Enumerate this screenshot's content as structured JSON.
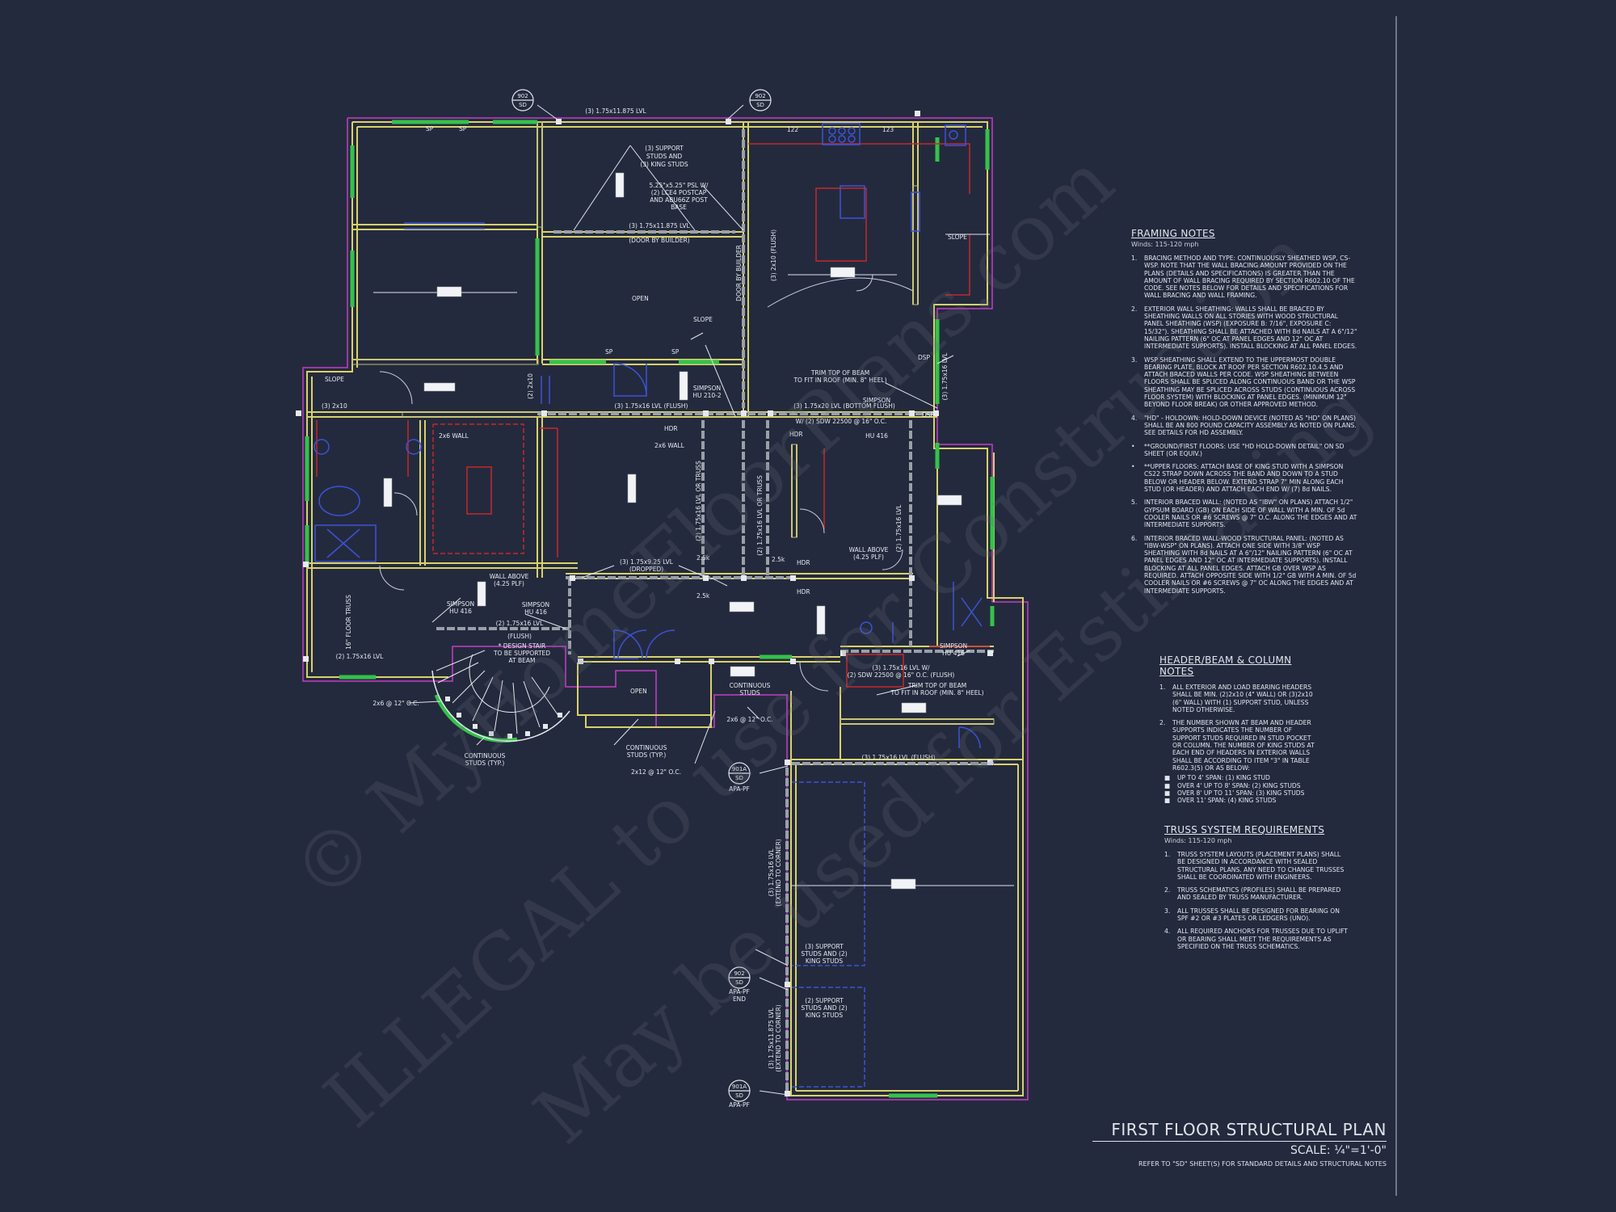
{
  "watermark": {
    "line1": "© MyHomeFloorPlans.com",
    "line2": "ILLEGAL to use for Construction",
    "line3": "May be used for Estimating"
  },
  "plan_labels": {
    "lvl_top": "(3) 1.75x11.875 LVL",
    "lvl_mid": "(3) 1.75x11.875 LVL",
    "door_by_builder": "(DOOR BY BUILDER)",
    "sp1": "SP",
    "sp2": "SP",
    "sp3": "SP",
    "sp4": "SP",
    "support_studs": "(3) SUPPORT",
    "support_studs2": "STUDS AND",
    "support_studs3": "(3) KING STUDS",
    "psl1": "5.25\"x5.25\" PSL W/",
    "psl2": "(2) LCE4 POSTCAP",
    "psl3": "AND ABU66Z POST",
    "psl4": "BASE",
    "open1": "OPEN",
    "open2": "OPEN",
    "slope1": "SLOPE",
    "slope2": "SLOPE",
    "slope3": "SLOPE",
    "flush_2x10": "(3) 2x10 (FLUSH)",
    "door_builder_v": "DOOR BY BUILDER",
    "two_x10_a": "(3) 2x10",
    "two_x10_b": "(2) 2x10",
    "lvl_flush": "(3) 1.75x16 LVL (FLUSH)",
    "lvl_bottom_flush": "(3) 1.75x20 LVL (BOTTOM FLUSH)",
    "sdw": "W/ (2) SDW 22500 @ 16\" O.C.",
    "trim1": "TRIM TOP OF BEAM",
    "trim2": "TO FIT IN ROOF (MIN. 8\" HEEL)",
    "simpson_a": "SIMPSON",
    "simpson_a2": "HU 210-2",
    "simpson_b": "SIMPSON",
    "simpson_b2": "HU 416",
    "hdr1": "HDR",
    "hdr2": "HDR",
    "hdr3": "HDR",
    "hdr4": "HDR",
    "dsp1": "DSP",
    "dsp2": "DSP",
    "lvl_right_v": "(3) 1.75x16 LVL",
    "wall_2x6_a": "2x6 WALL",
    "wall_2x6_b": "2x6 WALL",
    "lvl_v1": "(2) 1.75x16 LVL OR TRUSS",
    "lvl_v2": "(2) 1.75x16 LVL OR TRUSS",
    "lvl_v3": "(2) 1.75x16 LVL",
    "lvl_925": "(3) 1.75x9.25 LVL",
    "dropped": "(DROPPED)",
    "wall_above1": "WALL ABOVE",
    "wall_above1b": "(4.25 PLF)",
    "wall_above2": "WALL ABOVE",
    "wall_above2b": "(4.25 PLF)",
    "simpson_c": "SIMPSON",
    "simpson_c2": "HU 416",
    "simpson_d": "SIMPSON",
    "simpson_d2": "HU 416",
    "simpson_e": "SIMPSON",
    "simpson_e2": "HU 416",
    "lvl_1575": "(2) 1.75x16 LVL",
    "flush": "(FLUSH)",
    "design_stair1": "* DESIGN STAIR",
    "design_stair2": "TO BE SUPPORTED",
    "design_stair3": "AT BEAM",
    "lvl_bottom_left": "(2) 1.75x16 LVL",
    "floor_left": "16\" FLOOR TRUSS",
    "two_x6_oc": "2x6 @ 12\" O.C.",
    "two_x6_oc2": "2x6 @ 12\" O.C.",
    "two_x12_oc": "2x12 @ 12\" O.C.",
    "continuous1": "CONTINUOUS",
    "continuous1b": "STUDS (TYP.)",
    "continuous2": "CONTINUOUS",
    "continuous2b": "STUDS (TYP.)",
    "continuous3": "CONTINUOUS",
    "continuous3b": "STUDS",
    "lvl_right_lower": "(3) 1.75x16 LVL W/",
    "sdw2": "(2) SDW 22500 @ 16\" O.C. (FLUSH)",
    "trim3": "TRIM TOP OF BEAM",
    "trim4": "TO FIT IN ROOF (MIN. 8\" HEEL)",
    "lvl_flush2": "(3) 1.75x16 LVL (FLUSH)",
    "garage_v1": "(3) 1.75x16 LVL",
    "garage_v1b": "(EXTEND TO CORNER)",
    "garage_v2": "(3) 1.75x11.875 LVL",
    "garage_v2b": "(EXTEND TO CORNER)",
    "garage_ss1": "(3) SUPPORT",
    "garage_ss2": "STUDS AND (2)",
    "garage_ss3": "KING STUDS",
    "garage_ss4": "(2) SUPPORT",
    "garage_ss5": "STUDS AND (2)",
    "garage_ss6": "KING STUDS",
    "apa1": "APA-PF",
    "apa2": "APA-PF",
    "apa2b": "END",
    "apa3": "APA-PF",
    "bubble1_top": "902",
    "bubble1_bot": "SD",
    "bubble2_top": "902",
    "bubble2_bot": "SD",
    "bubble3_top": "901A",
    "bubble3_bot": "SD",
    "bubble4_top": "902",
    "bubble4_bot": "SD",
    "bubble5_top": "901A",
    "bubble5_bot": "SD",
    "dim_25a": "2.5k",
    "dim_25b": "2.5k",
    "dim_25c": "2.5k",
    "window_122": "122",
    "window_123": "123"
  },
  "framing_notes": {
    "title": "FRAMING NOTES",
    "subtitle": "Winds: 115-120 mph",
    "items": [
      {
        "num": "1.",
        "text": "BRACING METHOD AND TYPE: CONTINUOUSLY SHEATHED WSP, CS-WSP. NOTE THAT THE WALL BRACING AMOUNT PROVIDED ON THE PLANS (DETAILS AND SPECIFICATIONS) IS GREATER THAN THE AMOUNT OF WALL BRACING REQUIRED BY SECTION R602.10 OF THE CODE. SEE NOTES BELOW FOR DETAILS AND SPECIFICATIONS FOR WALL BRACING AND WALL FRAMING."
      },
      {
        "num": "2.",
        "text": "EXTERIOR WALL SHEATHING: WALLS SHALL BE BRACED BY SHEATHING WALLS ON ALL STORIES WITH WOOD STRUCTURAL PANEL SHEATHING (WSP) (EXPOSURE B: 7/16\", EXPOSURE C: 15/32\"). SHEATHING SHALL BE ATTACHED WITH 8d NAILS AT A 6\"/12\" NAILING PATTERN (6\" OC AT PANEL EDGES AND 12\" OC AT INTERMEDIATE SUPPORTS). INSTALL BLOCKING AT ALL PANEL EDGES."
      },
      {
        "num": "3.",
        "text": "WSP SHEATHING SHALL EXTEND TO THE UPPERMOST DOUBLE BEARING PLATE, BLOCK AT ROOF PER SECTION R602.10.4.5 AND ATTACH BRACED WALLS PER CODE. WSP SHEATHING BETWEEN FLOORS SHALL BE SPLICED ALONG CONTINUOUS BAND OR THE WSP SHEATHING MAY BE SPLICED ACROSS STUDS (CONTINUOUS ACROSS FLOOR SYSTEM) WITH BLOCKING AT PANEL EDGES. (MINIMUM 12\" BEYOND FLOOR BREAK) OR OTHER APPROVED METHOD."
      },
      {
        "num": "4.",
        "text": "\"HD\" - HOLDOWN: HOLD-DOWN DEVICE (NOTED AS \"HD\" ON PLANS) SHALL BE AN 800 POUND CAPACITY ASSEMBLY AS NOTED ON PLANS. SEE DETAILS FOR HD ASSEMBLY."
      },
      {
        "num": "•",
        "text": "**GROUND/FIRST FLOORS: USE \"HD HOLD-DOWN DETAIL\" ON SD SHEET (OR EQUIV.)"
      },
      {
        "num": "•",
        "text": "**UPPER FLOORS: ATTACH BASE OF KING STUD WITH A SIMPSON CS22 STRAP DOWN ACROSS THE BAND AND DOWN TO A STUD BELOW OR HEADER BELOW. EXTEND STRAP 7\" MIN ALONG EACH STUD (OR HEADER) AND ATTACH EACH END W/ (7) 8d NAILS."
      },
      {
        "num": "5.",
        "text": "INTERIOR BRACED WALL: (NOTED AS \"IBW\" ON PLANS) ATTACH 1/2\" GYPSUM BOARD (GB) ON EACH SIDE OF WALL WITH A MIN. OF 5d COOLER NAILS OR #6 SCREWS @ 7\" O.C. ALONG THE EDGES AND AT INTERMEDIATE SUPPORTS."
      },
      {
        "num": "6.",
        "text": "INTERIOR BRACED WALL-WOOD STRUCTURAL PANEL: (NOTED AS \"IBW-WSP\" ON PLANS). ATTACH ONE SIDE WITH 3/8\" WSP SHEATHING WITH 8d NAILS AT A 6\"/12\" NAILING PATTERN (6\" OC AT PANEL EDGES AND 12\" OC AT INTERMEDIATE SUPPORTS). INSTALL BLOCKING AT ALL PANEL EDGES. ATTACH GB OVER WSP AS REQUIRED. ATTACH OPPOSITE SIDE WITH 1/2\" GB WITH A MIN. OF 5d COOLER NAILS OR #6 SCREWS @ 7\" OC ALONG THE EDGES AND AT INTERMEDIATE SUPPORTS."
      }
    ]
  },
  "header_notes": {
    "title": "HEADER/BEAM & COLUMN NOTES",
    "items": [
      {
        "num": "1.",
        "text": "ALL EXTERIOR AND LOAD BEARING HEADERS SHALL BE MIN. (2)2x10 (4\" WALL) OR (3)2x10 (6\" WALL) WITH (1) SUPPORT STUD, UNLESS NOTED OTHERWISE."
      },
      {
        "num": "2.",
        "text": "THE NUMBER SHOWN AT BEAM AND HEADER SUPPORTS INDICATES THE NUMBER OF SUPPORT STUDS REQUIRED IN STUD POCKET OR COLUMN. THE NUMBER OF KING STUDS AT EACH END OF HEADERS IN EXTERIOR WALLS SHALL BE ACCORDING TO ITEM \"3\" IN TABLE R602.3(5) OR AS BELOW:"
      }
    ],
    "bullets": [
      {
        "sym": "■",
        "text": "UP TO 4' SPAN: (1) KING STUD"
      },
      {
        "sym": "■",
        "text": "OVER 4' UP TO 8' SPAN: (2) KING STUDS"
      },
      {
        "sym": "■",
        "text": "OVER 8' UP TO 11' SPAN: (3) KING STUDS"
      },
      {
        "sym": "■",
        "text": "OVER 11' SPAN: (4) KING STUDS"
      }
    ]
  },
  "truss_notes": {
    "title": "TRUSS SYSTEM REQUIREMENTS",
    "subtitle": "Winds: 115-120 mph",
    "items": [
      {
        "num": "1.",
        "text": "TRUSS SYSTEM LAYOUTS (PLACEMENT PLANS) SHALL BE DESIGNED IN ACCORDANCE WITH SEALED STRUCTURAL PLANS. ANY NEED TO CHANGE TRUSSES SHALL BE COORDINATED WITH ENGINEERS."
      },
      {
        "num": "2.",
        "text": "TRUSS SCHEMATICS (PROFILES) SHALL BE PREPARED AND SEALED BY TRUSS MANUFACTURER."
      },
      {
        "num": "3.",
        "text": "ALL TRUSSES SHALL BE DESIGNED FOR BEARING ON SPF #2 OR #3 PLATES OR LEDGERS (UNO)."
      },
      {
        "num": "4.",
        "text": "ALL REQUIRED ANCHORS FOR TRUSSES DUE TO UPLIFT OR BEARING SHALL MEET THE REQUIREMENTS AS SPECIFIED ON THE TRUSS SCHEMATICS."
      }
    ]
  },
  "title_block": {
    "title": "FIRST FLOOR STRUCTURAL PLAN",
    "scale": "SCALE: ¼\"=1'-0\"",
    "reference": "REFER TO \"SD\" SHEET(S) FOR STANDARD DETAILS AND STRUCTURAL NOTES"
  },
  "colors": {
    "background": "#242a3d",
    "wall_yellow": "#d8d26a",
    "beam_gray": "#9aa0a8",
    "magenta": "#c33cc8",
    "green": "#34c24a",
    "red": "#c5282c",
    "blue": "#3c52d8",
    "white": "#e6e9ef"
  }
}
